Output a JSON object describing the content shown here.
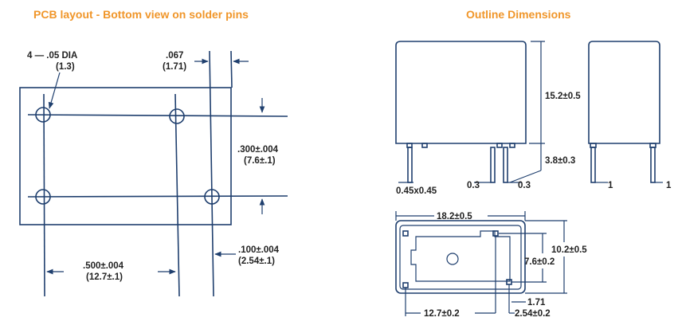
{
  "pcb": {
    "title": "PCB layout - Bottom view on solder pins",
    "hole_dia": "4 — .05 DIA",
    "hole_dia_mm": "(1.3)",
    "pin_offset": ".067",
    "pin_offset_mm": "(1.71)",
    "row_pitch": ".300±.004",
    "row_pitch_mm": "(7.6±.1)",
    "side_pitch": ".100±.004",
    "side_pitch_mm": "(2.54±.1)",
    "col_pitch": ".500±.004",
    "col_pitch_mm": "(12.7±.1)"
  },
  "outline": {
    "title": "Outline Dimensions",
    "height": "15.2±0.5",
    "pin_length": "3.8±0.3",
    "pin_size": "0.45x0.45",
    "gap_left": "0.3",
    "gap_right": "0.3",
    "side_left": "1",
    "side_right": "1",
    "length": "18.2±0.5",
    "width": "10.2±0.5",
    "inner_width": "7.6±0.2",
    "offset": "1.71",
    "pitch_long": "12.7±0.2",
    "pitch_short": "2.54±0.2"
  }
}
